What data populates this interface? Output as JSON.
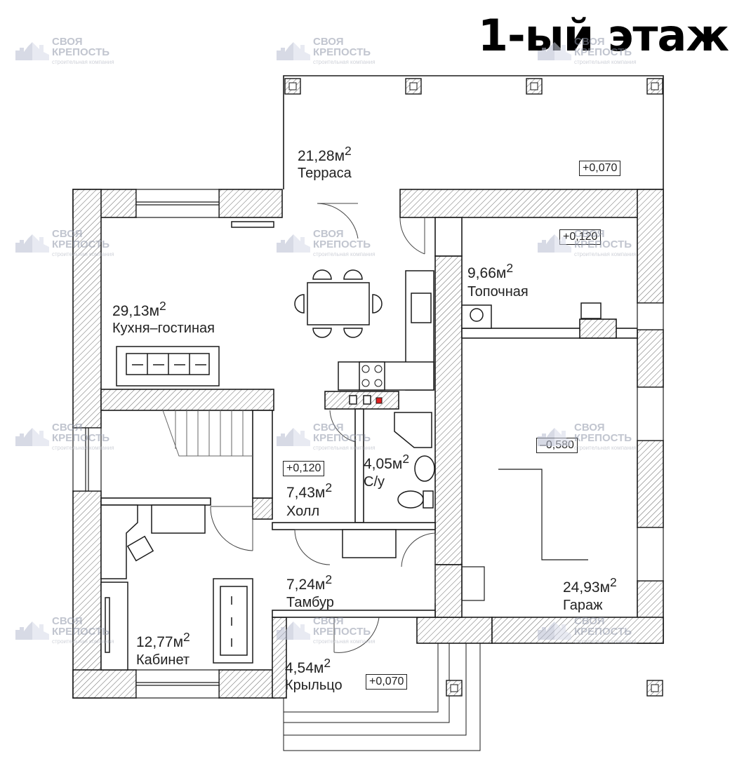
{
  "title": "1-ый этаж",
  "rooms": [
    {
      "key": "terrace",
      "area": "21,28",
      "name": "Терраса"
    },
    {
      "key": "boiler",
      "area": "9,66",
      "name": "Топочная"
    },
    {
      "key": "kitchen",
      "area": "29,13",
      "name": "Кухня–гостиная"
    },
    {
      "key": "wc",
      "area": "4,05",
      "name": "С/у"
    },
    {
      "key": "hall",
      "area": "7,43",
      "name": "Холл"
    },
    {
      "key": "vestibule",
      "area": "7,24",
      "name": "Тамбур"
    },
    {
      "key": "study",
      "area": "12,77",
      "name": "Кабинет"
    },
    {
      "key": "garage",
      "area": "24,93",
      "name": "Гараж"
    },
    {
      "key": "porch",
      "area": "4,54",
      "name": "Крыльцо"
    }
  ],
  "area_unit": "м",
  "area_exp": "2",
  "levels": {
    "terrace": "+0,070",
    "boiler": "+0,120",
    "hall": "+0,120",
    "garage": "–0,580",
    "porch": "+0,070"
  },
  "watermark": {
    "name_line1": "СВОЯ",
    "name_line2": "КРЕПОСТЬ",
    "sub": "строительная компания",
    "logo_icon": "castle-logo-icon"
  },
  "colors": {
    "wall_line": "#1a1a1a",
    "wall_fill": "#ffffff",
    "hatch": "#555555",
    "watermark": "#8f96a8",
    "stair_line": "#666666",
    "alert_red": "#e02020"
  }
}
